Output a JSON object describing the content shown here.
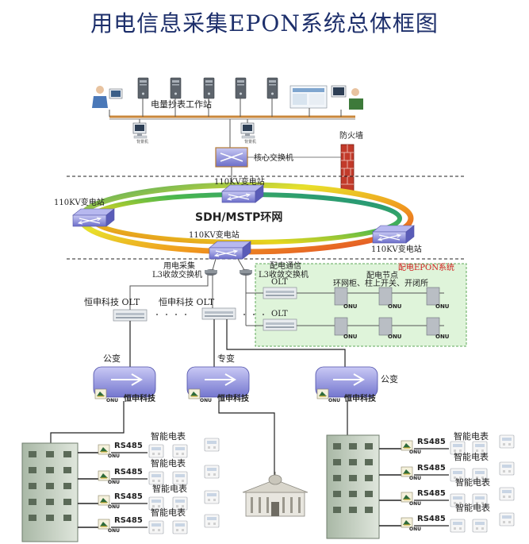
{
  "title": "用电信息采集EPON系统总体框图",
  "workstation_label": "电量抄表工作站",
  "backup_left": "背景机",
  "backup_right": "背景机",
  "core_switch": "核心交换机",
  "firewall": "防火墙",
  "ring": {
    "name": "SDH/MSTP环网",
    "station_top": "110KV变电站",
    "station_left": "110KV变电站",
    "station_center": "110KV变电站",
    "station_right": "110KV变电站"
  },
  "l3_use": [
    "用电采集",
    "L3收敛交换机"
  ],
  "l3_dist": [
    "配电通信",
    "L3收敛交换机"
  ],
  "dist_system": {
    "title": "配电EPON系统",
    "node_label": [
      "配电节点",
      "环网柜、柱上开关、开闭所"
    ],
    "olt_1": "OLT",
    "olt_2": "OLT",
    "onu": "ONU"
  },
  "olt_left": "恒申科技 OLT",
  "olt_mid": "恒申科技 OLT",
  "transformers": [
    {
      "name": "公变",
      "brand": "恒申科技",
      "onu": "ONU"
    },
    {
      "name": "专变",
      "brand": "恒申科技",
      "onu": "ONU"
    },
    {
      "name": "公变",
      "brand": "恒申科技",
      "onu": "ONU"
    }
  ],
  "meter_rows": [
    {
      "rs485": "RS485",
      "onu": "ONU",
      "meter": "智能电表"
    },
    {
      "rs485": "RS485",
      "onu": "ONU",
      "meter": "智能电表"
    },
    {
      "rs485": "RS485",
      "onu": "ONU",
      "meter": "智能电表"
    },
    {
      "rs485": "RS485",
      "onu": "ONU",
      "meter": "智能电表"
    }
  ],
  "colors": {
    "title": "#1d2f6b",
    "switch": "#7d7fd8",
    "firewall": "#c23a2a",
    "ring_gradient": [
      "#3aa36b",
      "#e8e02b",
      "#f09a1e",
      "#e0402a"
    ],
    "dist_bg": "#dff4da",
    "dist_title": "#d21c1c"
  }
}
